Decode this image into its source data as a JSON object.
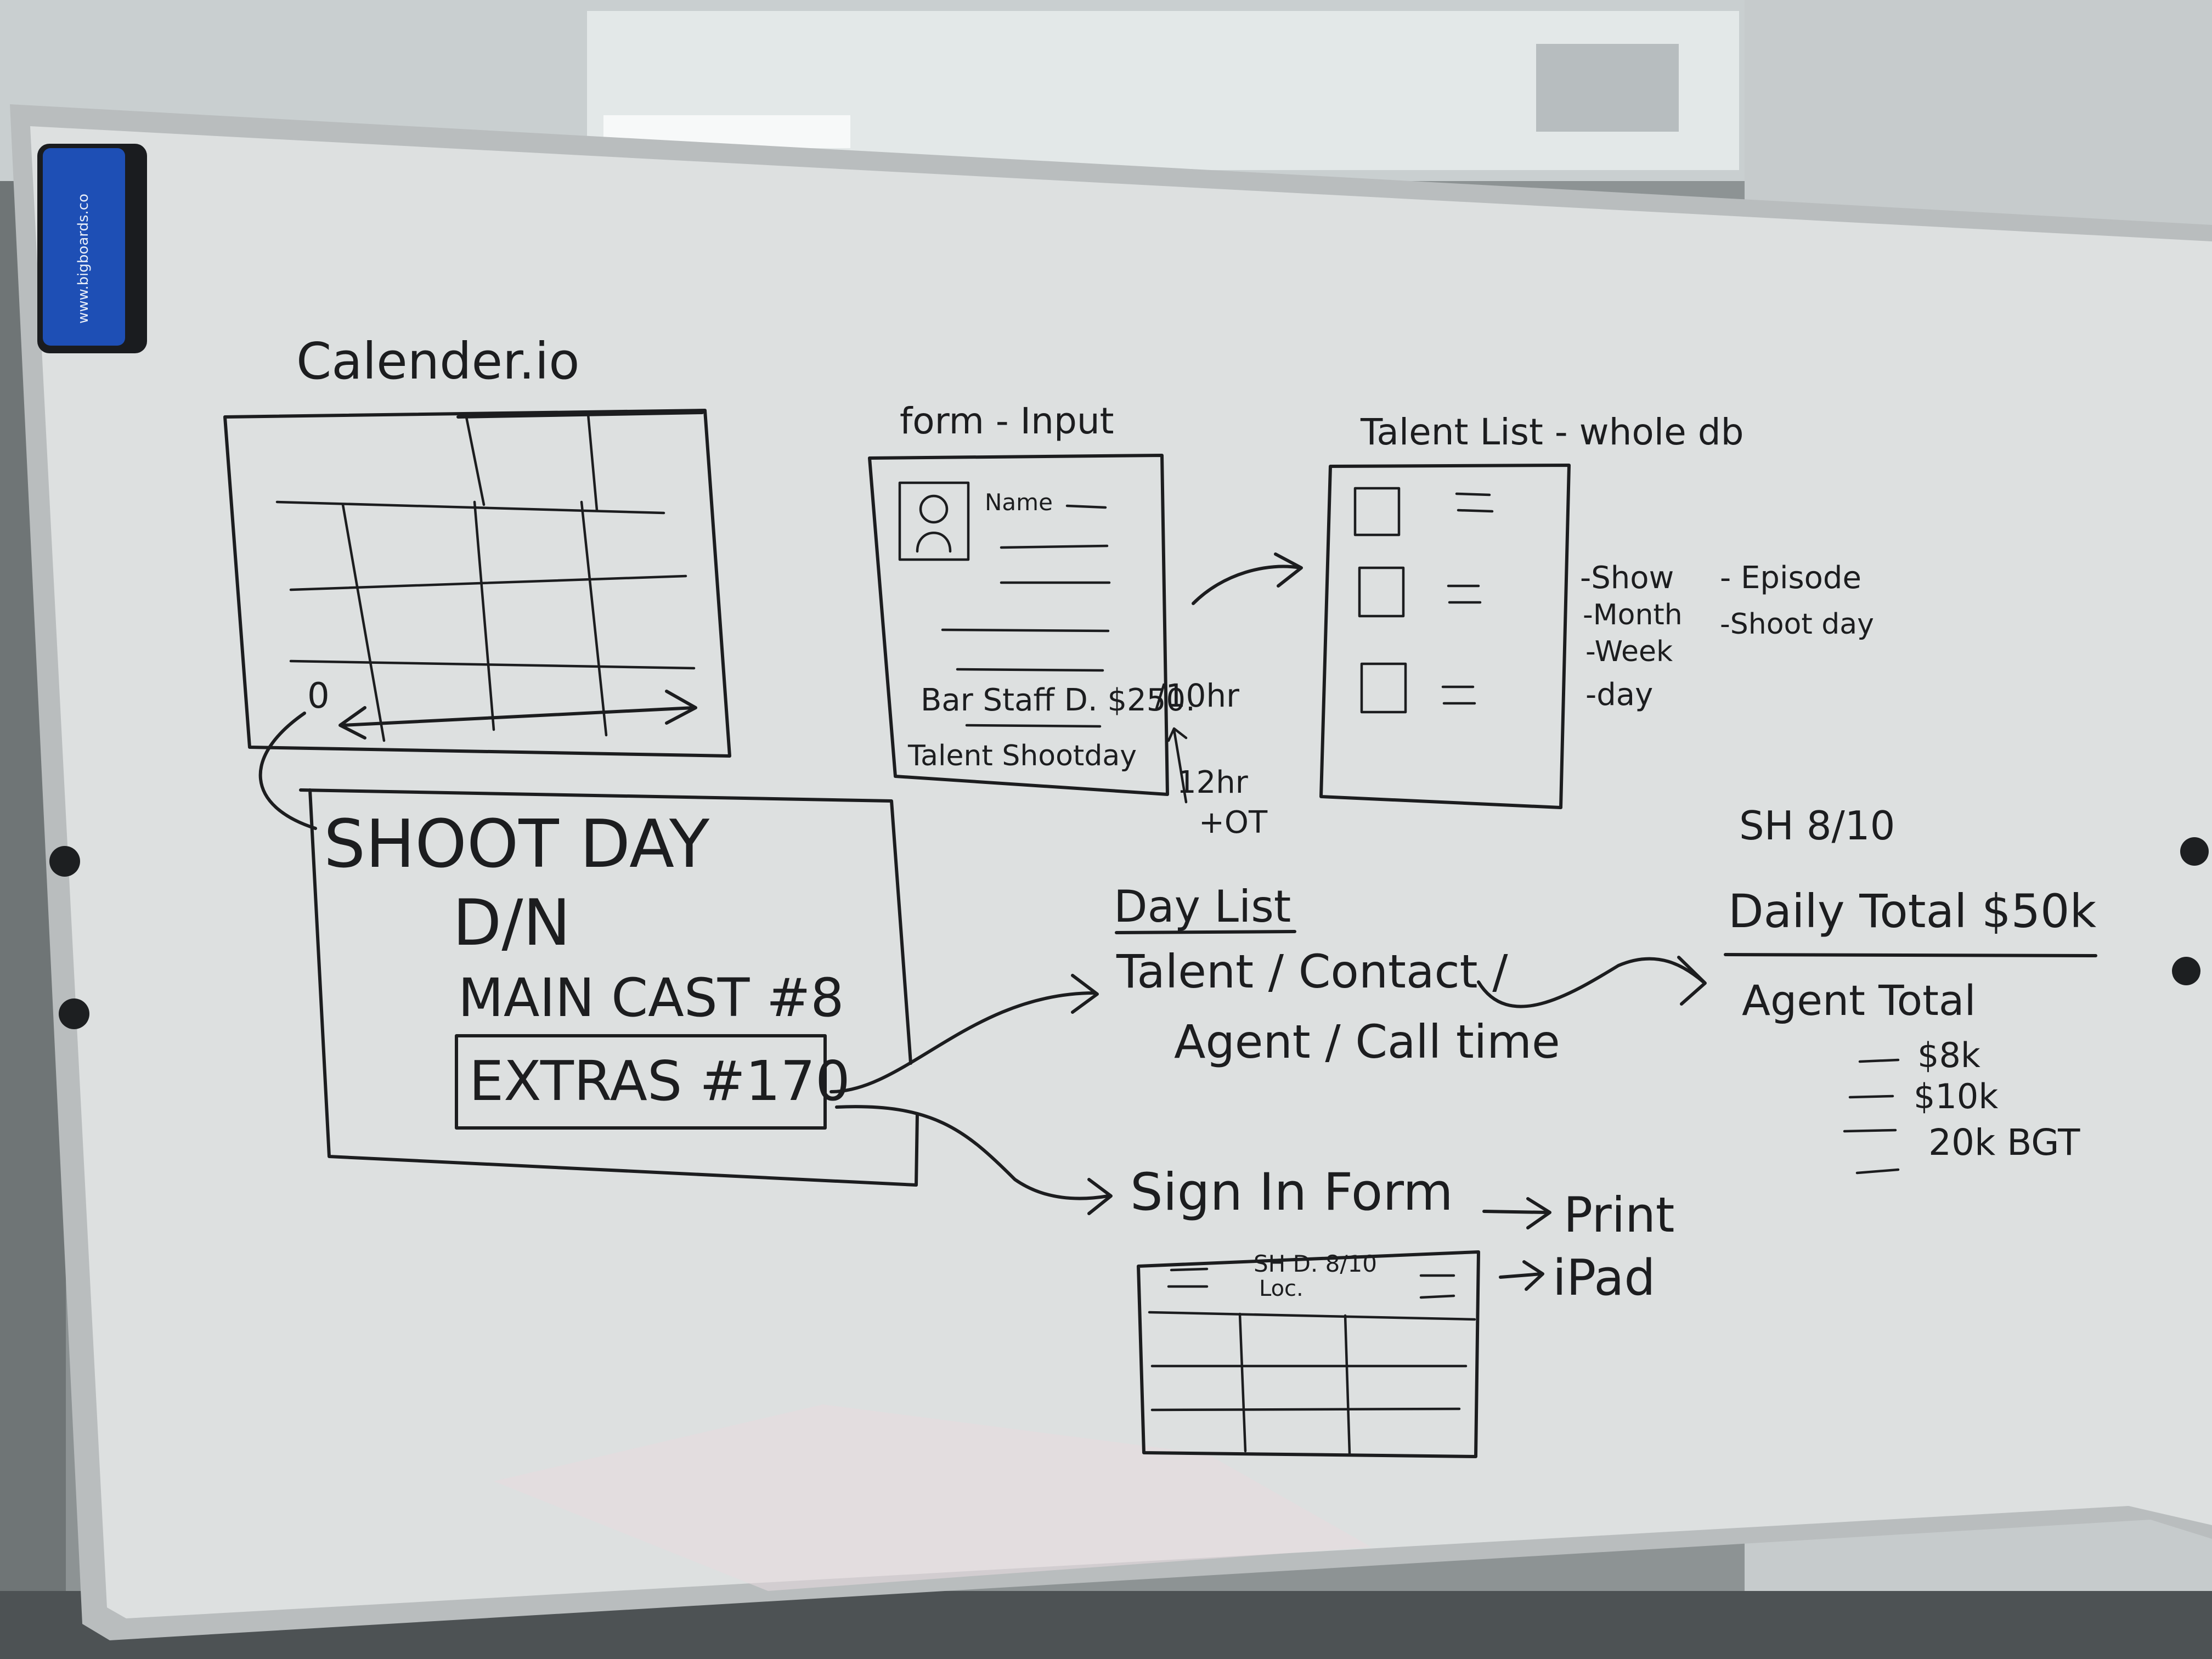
{
  "board": {
    "colors": {
      "ink": "#1c1d1f",
      "surface": "#dfe2e2",
      "frame": "#bcc0c1",
      "eraser": "#1e4fb5"
    },
    "eraser_label": "www.bigboards.co",
    "calendar": {
      "title": "Calender.io",
      "zero_mark": "0"
    },
    "form_input": {
      "title": "form - Input",
      "name_label": "Name",
      "rate_line": "Bar Staff D. $250.",
      "rate_unit": "/10hr",
      "type_line": "Talent Shootday",
      "overtime_line1": "12hr",
      "overtime_line2": "+OT",
      "avatar_icon": "person-icon"
    },
    "talent_list": {
      "title": "Talent List - whole db",
      "filters_left": [
        "-Show",
        "-Month",
        "-Week",
        "-day"
      ],
      "filters_right": [
        "- Episode",
        "-Shoot day"
      ]
    },
    "shoot_day": {
      "line1": "SHOOT DAY",
      "line2": "D/N",
      "line3": "MAIN CAST #8",
      "line4": "EXTRAS #170"
    },
    "day_list": {
      "title": "Day List",
      "line1": "Talent / Contact /",
      "line2": "Agent / Call time"
    },
    "totals": {
      "date_label": "SH 8/10",
      "daily_total": "Daily Total $50k",
      "agent_total": "Agent Total",
      "agent_values": [
        "$8k",
        "$10k",
        "20k BGT"
      ]
    },
    "sign_in": {
      "title": "Sign In Form",
      "outputs": [
        "Print",
        "iPad"
      ],
      "header_line1": "SH D. 8/10",
      "header_line2": "Loc."
    }
  }
}
